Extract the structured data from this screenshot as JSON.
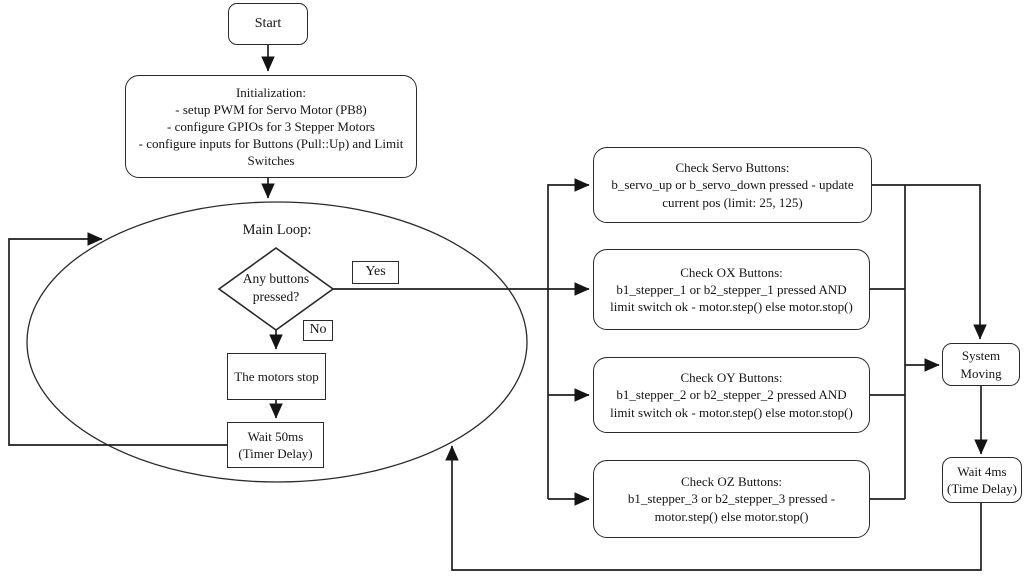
{
  "flowchart": {
    "colors": {
      "background": "#ffffff",
      "stroke": "#1f1f1f",
      "text": "#141414"
    },
    "nodes": {
      "start": {
        "label": "Start"
      },
      "init": {
        "lines": [
          "Initialization:",
          "- setup PWM for Servo Motor (PB8)",
          "- configure GPIOs for 3 Stepper Motors",
          "- configure inputs for Buttons (Pull::Up) and Limit",
          "Switches"
        ]
      },
      "main_loop": {
        "label": "Main Loop:"
      },
      "decision": {
        "lines": [
          "Any buttons",
          "pressed?"
        ]
      },
      "yes": {
        "label": "Yes"
      },
      "no": {
        "label": "No"
      },
      "motors_stop": {
        "label": "The motors stop"
      },
      "wait_50ms": {
        "lines": [
          "Wait 50ms",
          "(Timer Delay)"
        ]
      },
      "check_servo": {
        "lines": [
          "Check Servo Buttons:",
          "b_servo_up or b_servo_down pressed - update",
          "current pos (limit: 25, 125)"
        ]
      },
      "check_ox": {
        "lines": [
          "Check OX Buttons:",
          "b1_stepper_1 or b2_stepper_1 pressed AND",
          "limit switch ok - motor.step() else motor.stop()"
        ]
      },
      "check_oy": {
        "lines": [
          "Check OY Buttons:",
          "b1_stepper_2 or b2_stepper_2 pressed AND",
          "limit switch ok - motor.step() else motor.stop()"
        ]
      },
      "check_oz": {
        "lines": [
          "Check OZ Buttons:",
          "b1_stepper_3 or b2_stepper_3 pressed -",
          "motor.step() else motor.stop()"
        ]
      },
      "system_moving": {
        "lines": [
          "System",
          "Moving"
        ]
      },
      "wait_4ms": {
        "lines": [
          "Wait 4ms",
          "(Time Delay)"
        ]
      }
    }
  }
}
